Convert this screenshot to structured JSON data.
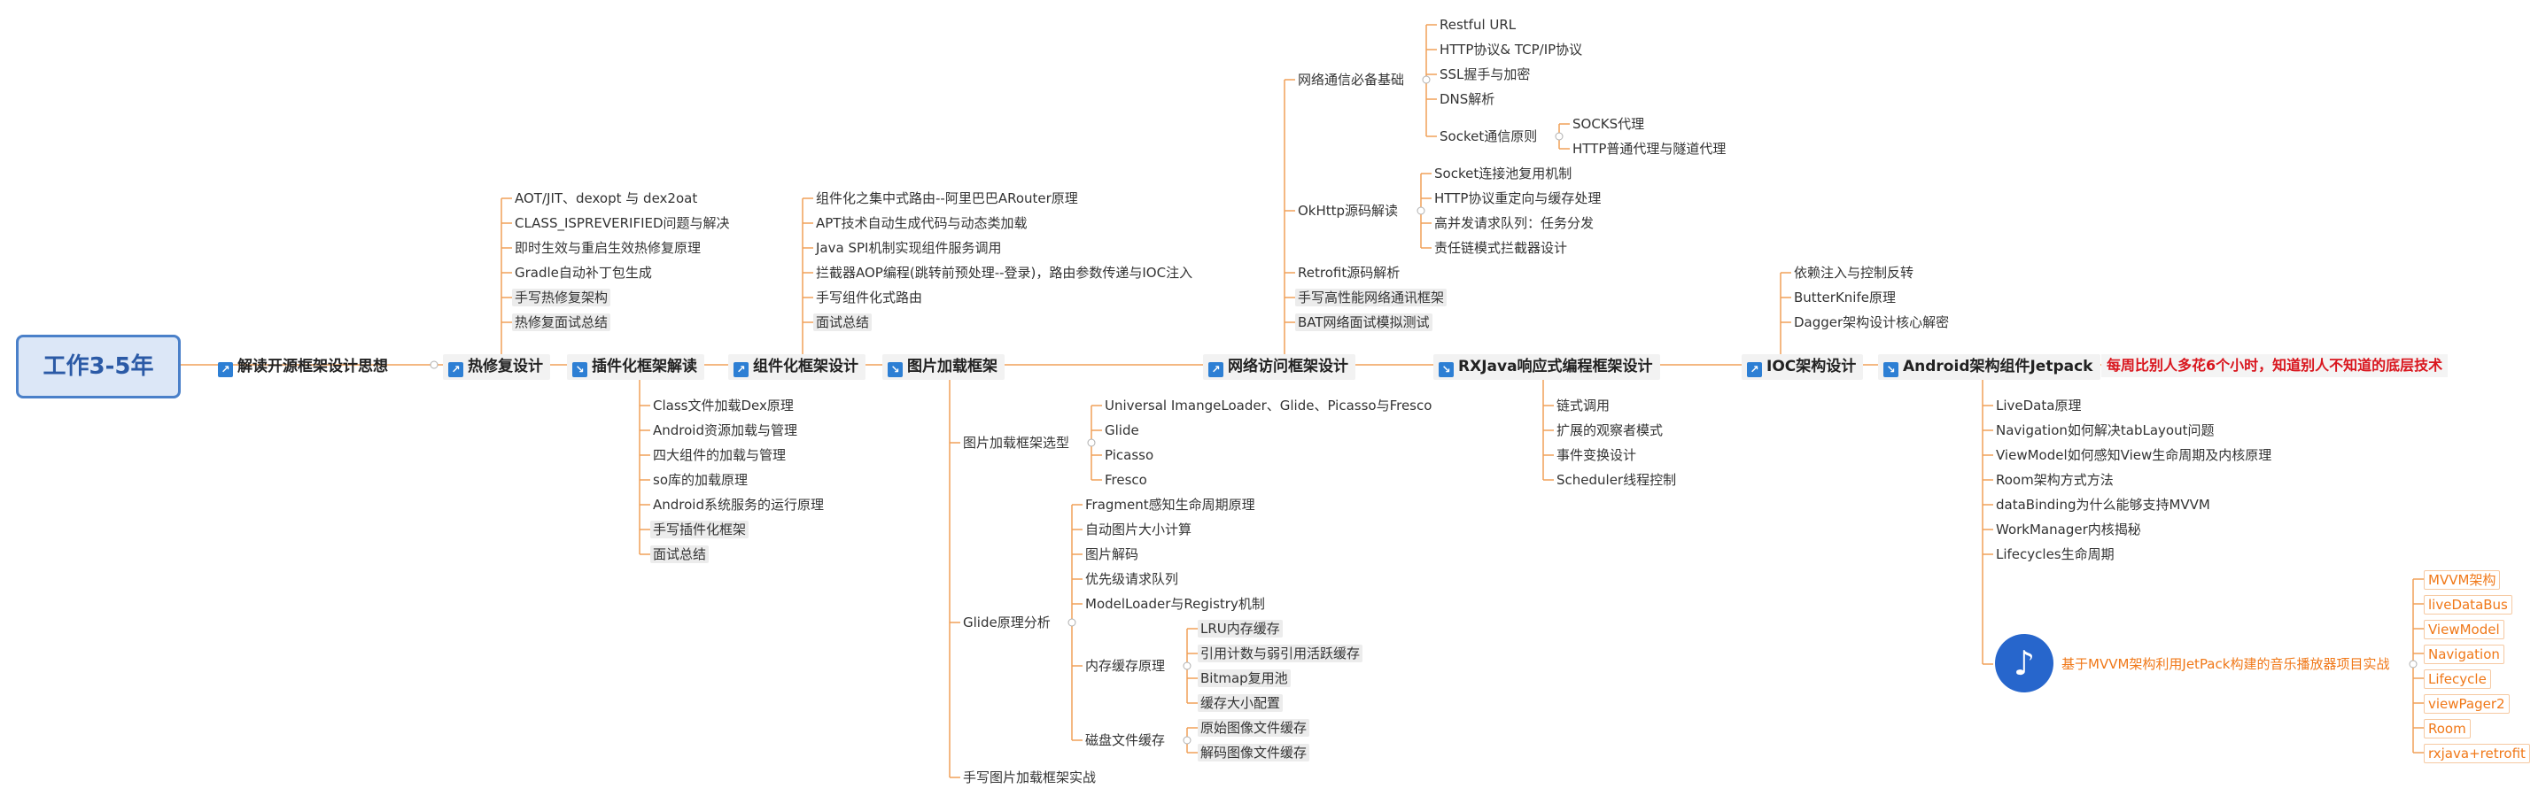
{
  "root": "工作3-5年",
  "main_nodes": {
    "n1": "解读开源框架设计思想",
    "n2": "热修复设计",
    "n3": "插件化框架解读",
    "n4": "组件化框架设计",
    "n5": "图片加载框架",
    "n6": "网络访问框架设计",
    "n7": "RXJava响应式编程框架设计",
    "n8": "IOC架构设计",
    "n9": "Android架构组件Jetpack"
  },
  "slogan": "每周比别人多花6个小时，知道别人不知道的底层技术",
  "hotfix": [
    "AOT/JIT、dexopt 与 dex2oat",
    "CLASS_ISPREVERIFIED问题与解决",
    "即时生效与重启生效热修复原理",
    "Gradle自动补丁包生成",
    "手写热修复架构",
    "热修复面试总结"
  ],
  "component": [
    "组件化之集中式路由--阿里巴巴ARouter原理",
    "APT技术自动生成代码与动态类加载",
    "Java SPI机制实现组件服务调用",
    "拦截器AOP编程(跳转前预处理--登录)，路由参数传递与IOC注入",
    "手写组件化式路由",
    "面试总结"
  ],
  "plugin": [
    "Class文件加载Dex原理",
    "Android资源加载与管理",
    "四大组件的加载与管理",
    "so库的加载原理",
    "Android系统服务的运行原理",
    "手写插件化框架",
    "面试总结"
  ],
  "image": {
    "selection_title": "图片加载框架选型",
    "selection": [
      "Universal ImangeLoader、Glide、Picasso与Fresco",
      "Glide",
      "Picasso",
      "Fresco"
    ],
    "glide_title": "Glide原理分析",
    "glide": [
      "Fragment感知生命周期原理",
      "自动图片大小计算",
      "图片解码",
      "优先级请求队列",
      "ModelLoader与Registry机制"
    ],
    "memory_title": "内存缓存原理",
    "memory": [
      "LRU内存缓存",
      "引用计数与弱引用活跃缓存",
      "Bitmap复用池",
      "缓存大小配置"
    ],
    "disk_title": "磁盘文件缓存",
    "disk": [
      "原始图像文件缓存",
      "解码图像文件缓存"
    ],
    "handwrite": "手写图片加载框架实战"
  },
  "network": {
    "basics_title": "网络通信必备基础",
    "basics": [
      "Restful URL",
      "HTTP协议& TCP/IP协议",
      "SSL握手与加密",
      "DNS解析"
    ],
    "socket_title": "Socket通信原则",
    "socket": [
      "SOCKS代理",
      "HTTP普通代理与隧道代理"
    ],
    "okhttp_title": "OkHttp源码解读",
    "okhttp": [
      "Socket连接池复用机制",
      "HTTP协议重定向与缓存处理",
      "高并发请求队列：任务分发",
      "责任链模式拦截器设计"
    ],
    "others": [
      "Retrofit源码解析",
      "手写高性能网络通讯框架",
      "BAT网络面试模拟测试"
    ]
  },
  "rxjava": [
    "链式调用",
    "扩展的观察者模式",
    "事件变换设计",
    "Scheduler线程控制"
  ],
  "ioc": [
    "依赖注入与控制反转",
    "ButterKnife原理",
    "Dagger架构设计核心解密"
  ],
  "jetpack": {
    "items": [
      "LiveData原理",
      "Navigation如何解决tabLayout问题",
      "ViewModel如何感知View生命周期及内核原理",
      "Room架构方式方法",
      "dataBinding为什么能够支持MVVM",
      "WorkManager内核揭秘",
      "Lifecycles生命周期"
    ],
    "project": "基于MVVM架构利用JetPack构建的音乐播放器项目实战",
    "project_items": [
      "MVVM架构",
      "liveDataBus",
      "ViewModel",
      "Navigation",
      "Lifecycle",
      "viewPager2",
      "Room",
      "rxjava+retrofit"
    ]
  },
  "colors": {
    "line": "#f0a058",
    "root_border": "#4a80c9",
    "icon": "#2d7fd4",
    "slogan": "#d9161e",
    "orange_text": "#f07818"
  }
}
